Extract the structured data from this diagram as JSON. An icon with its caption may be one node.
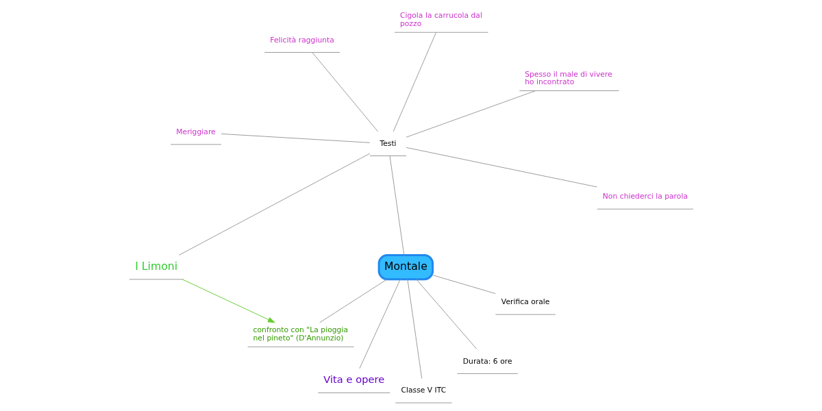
{
  "diagram": {
    "nodes": [
      {
        "text": [
          "Montale"
        ]
      },
      {
        "text": [
          "Testi"
        ]
      },
      {
        "text": [
          "Non chiederci la parola"
        ]
      },
      {
        "text": [
          "Spesso il male di vivere ho incontrato"
        ]
      },
      {
        "text": [
          "Cigola la carrucola dal pozzo"
        ]
      },
      {
        "text": [
          "Felicità raggiunta"
        ]
      },
      {
        "text": [
          "Meriggiare"
        ]
      },
      {
        "text": [
          "I Limoni"
        ]
      },
      {
        "text": [
          "confronto con \"La pioggia nel pineto\" (D'Annunzio)"
        ]
      },
      {
        "text": [
          "Vita e opere"
        ]
      },
      {
        "text": [
          "Classe V ITC"
        ]
      },
      {
        "text": [
          "Durata: 6 ore"
        ]
      },
      {
        "text": [
          "Verifica orale"
        ]
      }
    ],
    "edges": [
      {
        "from": 0,
        "to": 1,
        "arrow": "none"
      },
      {
        "from": 1,
        "to": 2,
        "arrow": "none"
      },
      {
        "from": 1,
        "to": 3,
        "arrow": "none"
      },
      {
        "from": 1,
        "to": 4,
        "arrow": "none"
      },
      {
        "from": 1,
        "to": 5,
        "arrow": "none"
      },
      {
        "from": 1,
        "to": 6,
        "arrow": "none"
      },
      {
        "from": 1,
        "to": 7,
        "arrow": "none"
      },
      {
        "from": 0,
        "to": 8,
        "arrow": "none"
      },
      {
        "from": 0,
        "to": 9,
        "arrow": "none"
      },
      {
        "from": 0,
        "to": 10,
        "arrow": "none"
      },
      {
        "from": 0,
        "to": 11,
        "arrow": "none"
      },
      {
        "from": 0,
        "to": 12,
        "arrow": "none"
      },
      {
        "from": 7,
        "to": 8,
        "arrow": "to",
        "color": "#66cc33"
      }
    ]
  }
}
